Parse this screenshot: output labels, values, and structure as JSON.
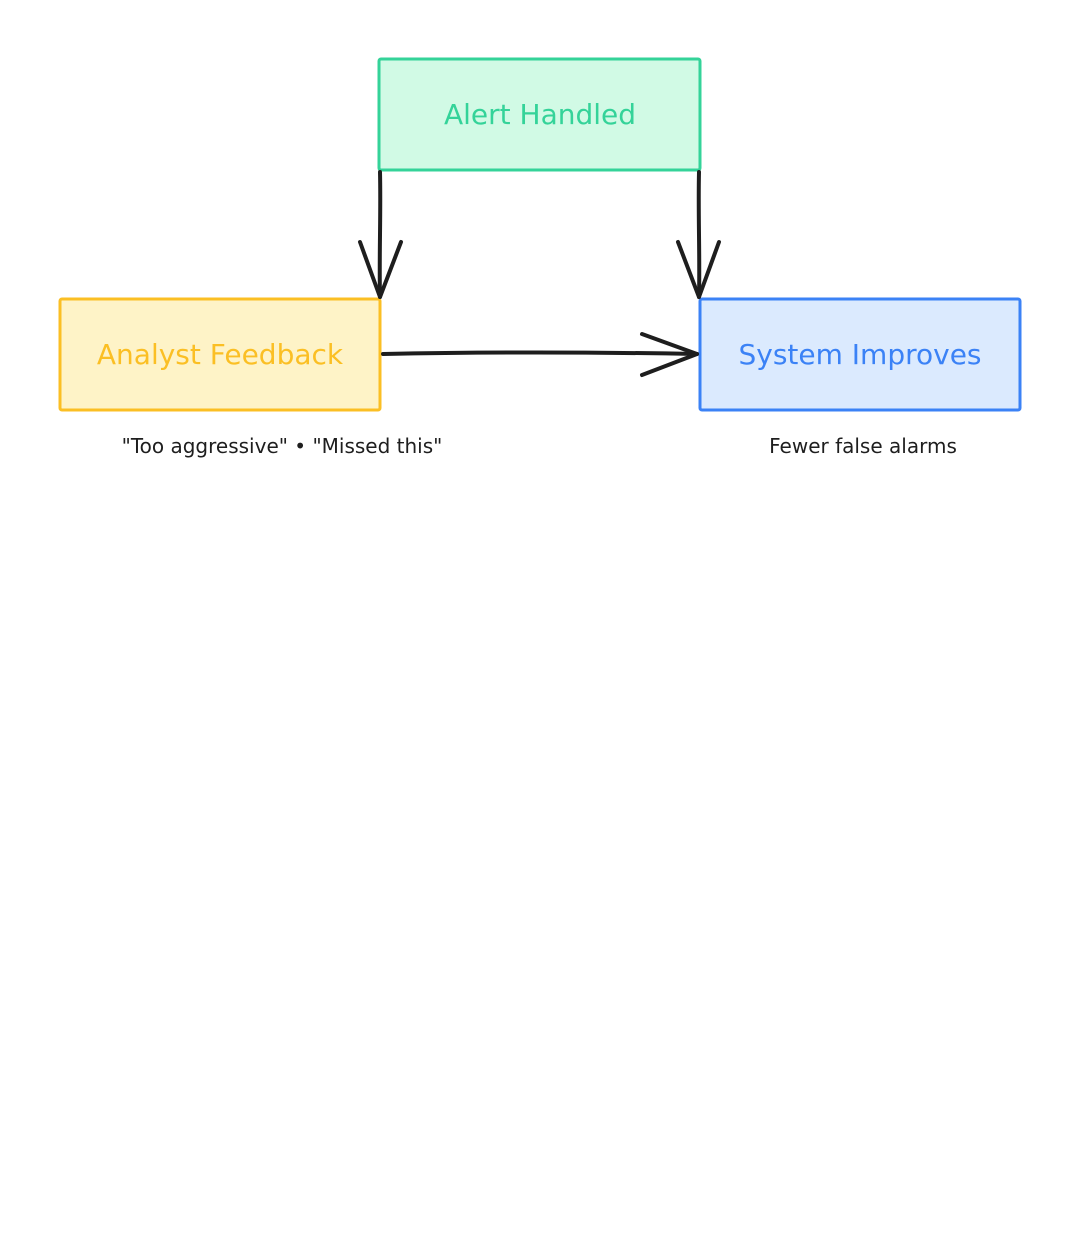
{
  "diagram": {
    "nodes": [
      {
        "id": "alert",
        "label": "Alert Handled",
        "stroke": "#34d399",
        "fill": "#d1fae5",
        "text_color": "#34d399"
      },
      {
        "id": "feedback",
        "label": "Analyst Feedback",
        "stroke": "#fbbf24",
        "fill": "#fef3c7",
        "text_color": "#fbbf24"
      },
      {
        "id": "improves",
        "label": "System Improves",
        "stroke": "#3b82f6",
        "fill": "#dbeafe",
        "text_color": "#3b82f6"
      }
    ],
    "edges": [
      {
        "from": "alert",
        "to": "feedback"
      },
      {
        "from": "alert",
        "to": "improves"
      },
      {
        "from": "feedback",
        "to": "improves"
      }
    ],
    "annotations": {
      "feedback_note": "\"Too aggressive\" • \"Missed this\"",
      "improves_note": "Fewer false alarms"
    },
    "colors": {
      "arrow": "#1e1e1e",
      "note_text": "#1e1e1e"
    }
  }
}
